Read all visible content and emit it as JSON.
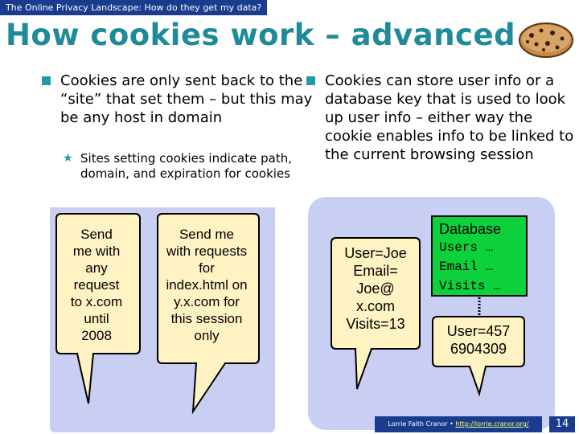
{
  "header": {
    "topic": "The Online Privacy Landscape: How do they get my data?"
  },
  "title": "How cookies work – advanced",
  "left_bullet": "Cookies are only sent back to the “site” that set them – but this may be any host in domain",
  "left_sub_bullet": "Sites setting cookies indicate path, domain, and expiration for cookies",
  "right_bullet": "Cookies can store user info or a database key that is used to look up user info – either way the cookie enables info to be linked to the current browsing session",
  "bubbles": {
    "left1": [
      "Send",
      "me with",
      "any",
      "request",
      "to x.com",
      "until",
      "2008"
    ],
    "left2": [
      "Send me",
      "with requests",
      "for",
      "index.html on",
      "y.x.com for",
      "this session",
      "only"
    ],
    "right1": [
      "User=Joe",
      "Email=",
      "Joe@",
      "x.com",
      "Visits=13"
    ],
    "right2": [
      "User=457",
      "6904309"
    ]
  },
  "database": {
    "title": "Database",
    "lines": [
      "Users …",
      "Email …",
      "Visits …"
    ]
  },
  "colors": {
    "header_bg": "#1a3c8f",
    "title": "#1f8a99",
    "bubble_fill": "#fff3c4",
    "panel_bg": "#c8cff2",
    "db_fill": "#0dd13a"
  },
  "footer": {
    "author": "Lorrie Faith Cranor",
    "separator": "•",
    "url": "http://lorrie.cranor.org/",
    "page": "14"
  }
}
